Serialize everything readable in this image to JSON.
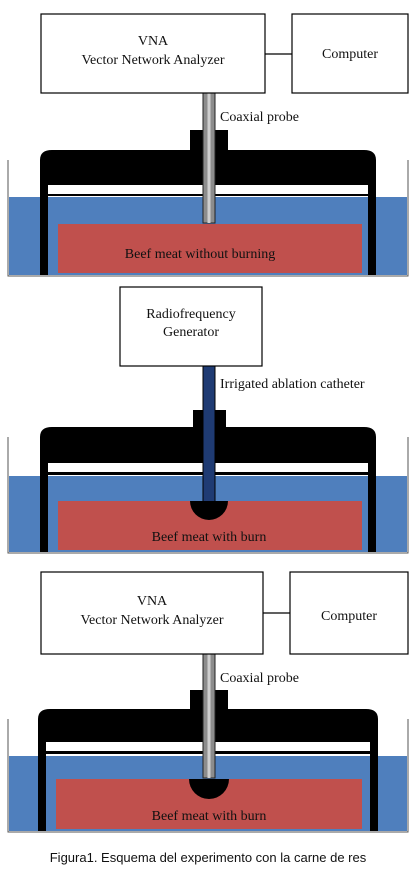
{
  "colors": {
    "water": "#4f7fbd",
    "meat": "#c0504d",
    "lid": "#000000",
    "gap": "#ffffff",
    "coaxial_probe": "#8c8c8c",
    "catheter": "#1f3b73",
    "box_stroke": "#000000"
  },
  "panel1": {
    "vna_line1": "VNA",
    "vna_line2": "Vector Network Analyzer",
    "computer": "Computer",
    "probe_label": "Coaxial probe",
    "meat_label": "Beef meat without burning"
  },
  "panel2": {
    "generator_line1": "Radiofrequency",
    "generator_line2": "Generator",
    "catheter_label": "Irrigated ablation catheter",
    "meat_label": "Beef meat with burn"
  },
  "panel3": {
    "vna_line1": "VNA",
    "vna_line2": "Vector Network Analyzer",
    "computer": "Computer",
    "probe_label": "Coaxial probe",
    "meat_label": "Beef meat with burn"
  },
  "caption": "Figura1. Esquema del experimento con la carne de res"
}
